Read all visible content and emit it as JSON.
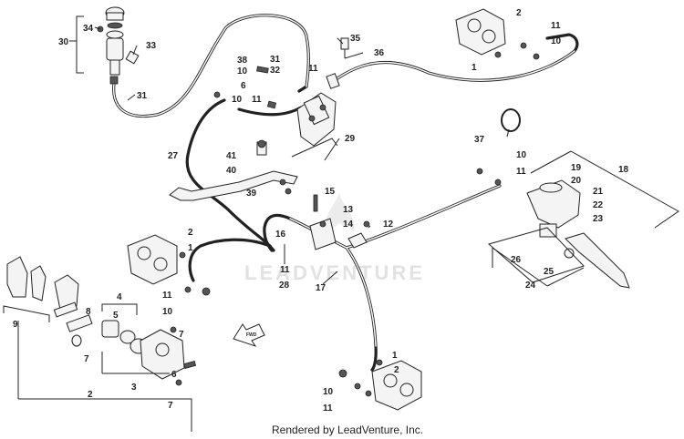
{
  "watermark": "LEADVENTURE",
  "credit": "Rendered by LeadVenture, Inc.",
  "forward_arrow": "FWD",
  "callouts": [
    {
      "id": "c1",
      "text": "1"
    },
    {
      "id": "c2",
      "text": "2"
    },
    {
      "id": "c3",
      "text": "3"
    },
    {
      "id": "c4",
      "text": "4"
    },
    {
      "id": "c5",
      "text": "5"
    },
    {
      "id": "c6",
      "text": "6"
    },
    {
      "id": "c7",
      "text": "7"
    },
    {
      "id": "c8",
      "text": "8"
    },
    {
      "id": "c9",
      "text": "9"
    },
    {
      "id": "c10",
      "text": "10"
    },
    {
      "id": "c11",
      "text": "11"
    },
    {
      "id": "c12",
      "text": "12"
    },
    {
      "id": "c13",
      "text": "13"
    },
    {
      "id": "c14",
      "text": "14"
    },
    {
      "id": "c15",
      "text": "15"
    },
    {
      "id": "c16",
      "text": "16"
    },
    {
      "id": "c17",
      "text": "17"
    },
    {
      "id": "c18",
      "text": "18"
    },
    {
      "id": "c19",
      "text": "19"
    },
    {
      "id": "c20",
      "text": "20"
    },
    {
      "id": "c21",
      "text": "21"
    },
    {
      "id": "c22",
      "text": "22"
    },
    {
      "id": "c23",
      "text": "23"
    },
    {
      "id": "c24",
      "text": "24"
    },
    {
      "id": "c25",
      "text": "25"
    },
    {
      "id": "c26",
      "text": "26"
    },
    {
      "id": "c27",
      "text": "27"
    },
    {
      "id": "c28",
      "text": "28"
    },
    {
      "id": "c29",
      "text": "29"
    },
    {
      "id": "c30",
      "text": "30"
    },
    {
      "id": "c31",
      "text": "31"
    },
    {
      "id": "c32",
      "text": "32"
    },
    {
      "id": "c33",
      "text": "33"
    },
    {
      "id": "c34",
      "text": "34"
    },
    {
      "id": "c35",
      "text": "35"
    },
    {
      "id": "c36",
      "text": "36"
    },
    {
      "id": "c37",
      "text": "37"
    },
    {
      "id": "c38",
      "text": "38"
    },
    {
      "id": "c39",
      "text": "39"
    },
    {
      "id": "c40",
      "text": "40"
    },
    {
      "id": "c41",
      "text": "41"
    }
  ]
}
